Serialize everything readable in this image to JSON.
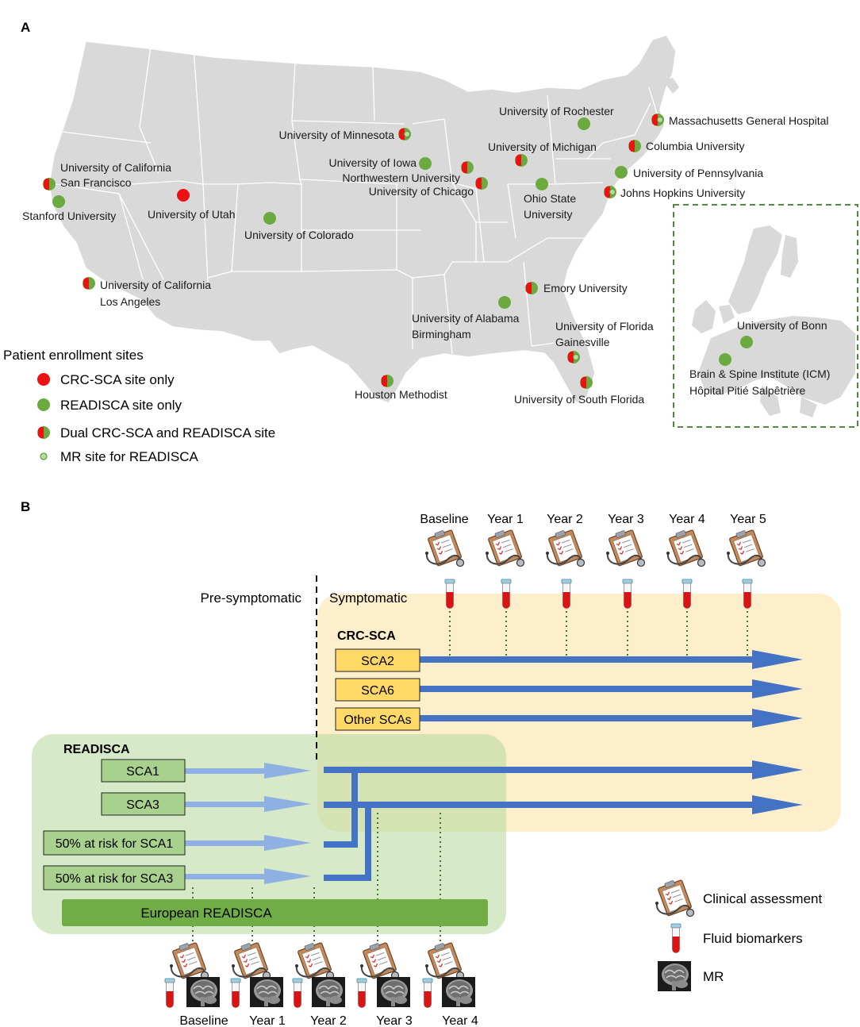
{
  "panel_a": {
    "label": "A",
    "legend": {
      "title": "Patient enrollment sites",
      "items": [
        {
          "kind": "crc",
          "label": "CRC-SCA site only"
        },
        {
          "kind": "readisca",
          "label": "READISCA site only"
        },
        {
          "kind": "dual",
          "label": "Dual CRC-SCA and READISCA site"
        },
        {
          "kind": "mr",
          "label": "MR site for READISCA"
        }
      ]
    },
    "sites": [
      {
        "id": "ucsf",
        "lines": [
          "University of California",
          "San Francisco"
        ],
        "kind": "dual"
      },
      {
        "id": "stanford",
        "lines": [
          "Stanford University"
        ],
        "kind": "readisca"
      },
      {
        "id": "utah",
        "lines": [
          "University of Utah"
        ],
        "kind": "crc"
      },
      {
        "id": "colorado",
        "lines": [
          "University of Colorado"
        ],
        "kind": "readisca"
      },
      {
        "id": "ucla",
        "lines": [
          "University of California",
          "Los Angeles"
        ],
        "kind": "dual"
      },
      {
        "id": "minnesota",
        "lines": [
          "University of Minnesota"
        ],
        "kind": "dual-mr"
      },
      {
        "id": "iowa",
        "lines": [
          "University of Iowa"
        ],
        "kind": "readisca"
      },
      {
        "id": "northwestern",
        "lines": [
          "Northwestern University"
        ],
        "kind": "dual"
      },
      {
        "id": "chicago",
        "lines": [
          "University of Chicago"
        ],
        "kind": "dual"
      },
      {
        "id": "rochester",
        "lines": [
          "University of Rochester"
        ],
        "kind": "readisca"
      },
      {
        "id": "michigan",
        "lines": [
          "University of Michigan"
        ],
        "kind": "dual"
      },
      {
        "id": "ohio",
        "lines": [
          "Ohio State",
          "University"
        ],
        "kind": "readisca"
      },
      {
        "id": "mgh",
        "lines": [
          "Massachusetts General Hospital"
        ],
        "kind": "dual-mr"
      },
      {
        "id": "columbia",
        "lines": [
          "Columbia University"
        ],
        "kind": "dual"
      },
      {
        "id": "penn",
        "lines": [
          "University of Pennsylvania"
        ],
        "kind": "readisca"
      },
      {
        "id": "jhu",
        "lines": [
          "Johns Hopkins University"
        ],
        "kind": "dual-mr"
      },
      {
        "id": "emory",
        "lines": [
          "Emory University"
        ],
        "kind": "dual"
      },
      {
        "id": "alabama",
        "lines": [
          "University of Alabama",
          "Birmingham"
        ],
        "kind": "readisca"
      },
      {
        "id": "ufl",
        "lines": [
          "University of Florida",
          "Gainesville"
        ],
        "kind": "dual-mr"
      },
      {
        "id": "usf",
        "lines": [
          "University of South Florida"
        ],
        "kind": "dual"
      },
      {
        "id": "houston",
        "lines": [
          "Houston Methodist"
        ],
        "kind": "dual"
      },
      {
        "id": "bonn",
        "lines": [
          "University of Bonn"
        ],
        "kind": "readisca"
      },
      {
        "id": "icm",
        "lines": [
          "Brain & Spine Institute (ICM)",
          "Hôpital Pitié Salpêtrière"
        ],
        "kind": "readisca"
      }
    ],
    "colors": {
      "crc": "#ee1111",
      "readisca": "#6aaa3f",
      "map": "#d9d9d9",
      "inset_border": "#3d7a2a"
    }
  },
  "panel_b": {
    "label": "B",
    "phases": {
      "pre": "Pre-symptomatic",
      "post": "Symptomatic"
    },
    "crc": {
      "title": "CRC-SCA",
      "groups": [
        "SCA2",
        "SCA6",
        "Other SCAs"
      ],
      "visits": [
        "Baseline",
        "Year 1",
        "Year 2",
        "Year 3",
        "Year 4",
        "Year 5"
      ]
    },
    "readisca": {
      "title": "READISCA",
      "groups": [
        "SCA1",
        "SCA3",
        "50% at risk for SCA1",
        "50% at risk for SCA3"
      ],
      "european": "European READISCA",
      "visits": [
        "Baseline",
        "Year 1",
        "Year 2",
        "Year 3",
        "Year 4"
      ]
    },
    "legend": [
      {
        "icon": "clipboard-stethoscope-icon",
        "label": "Clinical assessment"
      },
      {
        "icon": "blood-tube-icon",
        "label": "Fluid biomarkers"
      },
      {
        "icon": "brain-mri-icon",
        "label": "MR"
      }
    ],
    "colors": {
      "crc_bg": "#fdefcc",
      "readisca_bg": "#cfe4bd",
      "crc_box": "#ffd966",
      "readisca_box": "#a9d18e",
      "european_bar": "#70ad47",
      "arrow": "#4472c4",
      "arrow_light": "#8fb0e3"
    }
  }
}
